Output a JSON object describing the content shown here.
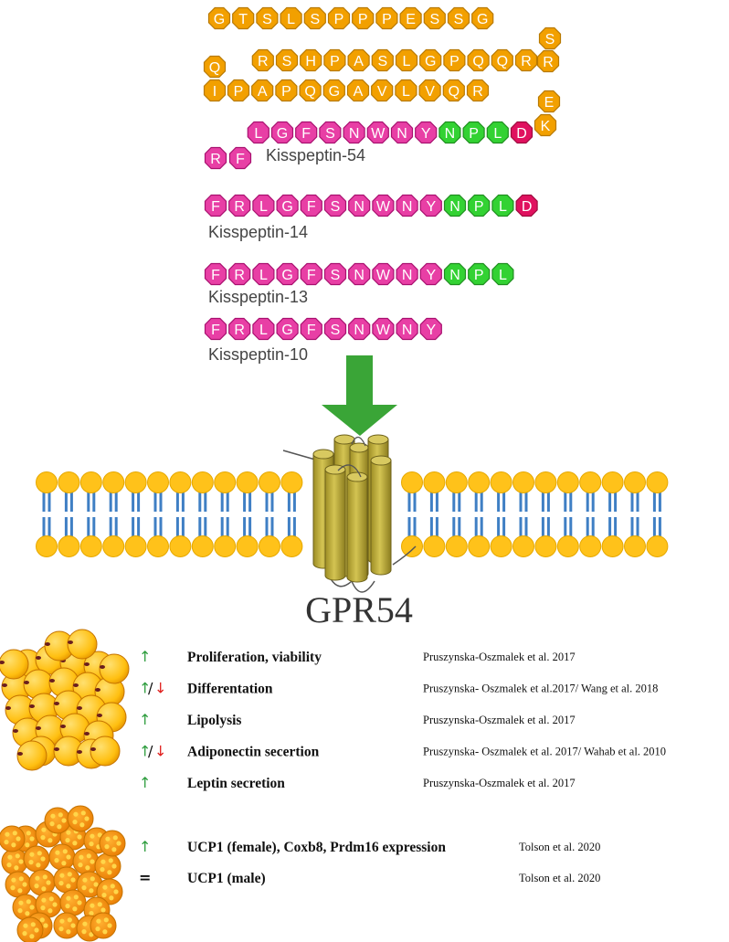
{
  "colors": {
    "orange": "#f2a000",
    "orange_stroke": "#b87900",
    "pink": "#e83fa5",
    "pink_stroke": "#a8106f",
    "green": "#33d233",
    "green_stroke": "#1f8e1f",
    "red": "#e0115f",
    "red_stroke": "#9e0a3e",
    "arrow_green": "#3aa537",
    "lipid_head": "#ffc21a",
    "lipid_tail": "#3f7fc4",
    "receptor": "#c4b240",
    "up": "#2e9d3e",
    "down": "#e0201e"
  },
  "kisspeptin54": {
    "label": "Kisspeptin-54",
    "row1": [
      "G",
      "T",
      "S",
      "L",
      "S",
      "P",
      "P",
      "P",
      "E",
      "S",
      "S",
      "G"
    ],
    "turn1": [
      "S",
      "R"
    ],
    "row2_rev": [
      "R",
      "Q",
      "Q",
      "P",
      "G",
      "L",
      "S",
      "A",
      "P",
      "H",
      "S",
      "R"
    ],
    "turn2": [
      "Q",
      "I"
    ],
    "row3": [
      "P",
      "A",
      "P",
      "Q",
      "G",
      "A",
      "V",
      "L",
      "V",
      "Q",
      "R"
    ],
    "turn3": [
      "E",
      "K"
    ],
    "row4_rev": [
      "D",
      "L",
      "P",
      "N",
      "Y",
      "N",
      "W",
      "N",
      "S",
      "F",
      "G",
      "L"
    ],
    "tail": [
      "R",
      "F"
    ]
  },
  "kisspeptin14": {
    "label": "Kisspeptin-14",
    "residues": [
      "F",
      "R",
      "L",
      "G",
      "F",
      "S",
      "N",
      "W",
      "N",
      "Y",
      "N",
      "P",
      "L",
      "D"
    ]
  },
  "kisspeptin13": {
    "label": "Kisspeptin-13",
    "residues": [
      "F",
      "R",
      "L",
      "G",
      "F",
      "S",
      "N",
      "W",
      "N",
      "Y",
      "N",
      "P",
      "L"
    ]
  },
  "kisspeptin10": {
    "label": "Kisspeptin-10",
    "residues": [
      "F",
      "R",
      "L",
      "G",
      "F",
      "S",
      "N",
      "W",
      "N",
      "Y"
    ]
  },
  "receptor": {
    "name": "GPR54"
  },
  "white_adipocyte_effects": [
    {
      "arrows": [
        "up"
      ],
      "label": "Proliferation, viability",
      "ref": "Pruszynska-Oszmalek et al. 2017"
    },
    {
      "arrows": [
        "up",
        "down"
      ],
      "label": "Differentation",
      "ref": "Pruszynska- Oszmalek et al.2017/ Wang et al. 2018"
    },
    {
      "arrows": [
        "up"
      ],
      "label": "Lipolysis",
      "ref": "Pruszynska-Oszmalek et al. 2017"
    },
    {
      "arrows": [
        "up",
        "down"
      ],
      "label": "Adiponectin secertion",
      "ref": "Pruszynska- Oszmalek et al. 2017/ Wahab et al. 2010"
    },
    {
      "arrows": [
        "up"
      ],
      "label": "Leptin secretion",
      "ref": "Pruszynska-Oszmalek et al. 2017"
    }
  ],
  "brown_adipocyte_effects": [
    {
      "arrows": [
        "up"
      ],
      "label": "UCP1 (female), Coxb8, Prdm16 expression",
      "ref": "Tolson et al. 2020"
    },
    {
      "arrows": [
        "equal"
      ],
      "label": "UCP1 (male)",
      "ref": "Tolson et al. 2020"
    }
  ]
}
